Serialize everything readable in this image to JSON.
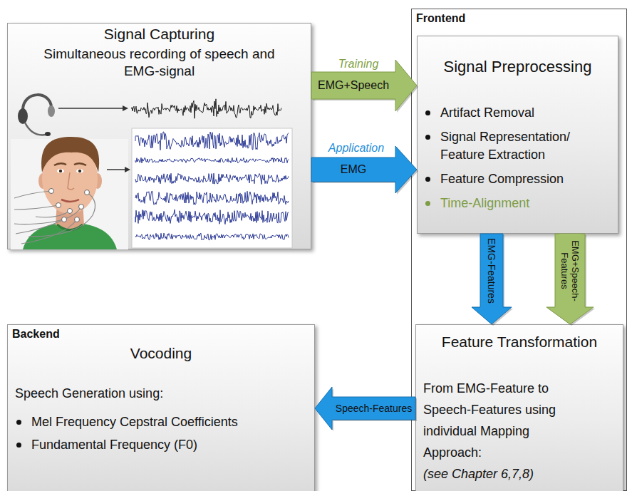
{
  "diagram": {
    "nodes": [
      {
        "text": [
          "Signal Capturing",
          "Simultaneous recording of speech and EMG-signal"
        ]
      },
      {
        "text": [
          "Frontend"
        ]
      },
      {
        "text": [
          "Signal Preprocessing",
          "Artifact Removal",
          "Signal Representation/ Feature Extraction",
          "Feature Compression",
          "Time-Alignment"
        ],
        "in": 1
      },
      {
        "text": [
          "Feature Transformation",
          "From EMG-Feature to Speech-Features using individual Mapping Approach:",
          "(see Chapter 6,7,8)"
        ],
        "in": 1
      },
      {
        "text": [
          "Backend",
          "Vocoding",
          "Speech Generation using:",
          "Mel Frequency Cepstral Coefficients",
          "Fundamental Frequency (F0)"
        ]
      }
    ],
    "edges": [
      {
        "from": 0,
        "to": 2,
        "arrow": "to",
        "label": "EMG+Speech"
      },
      {
        "from": 0,
        "to": 2,
        "arrow": "to",
        "label": "EMG"
      },
      {
        "from": 2,
        "to": 3,
        "arrow": "to",
        "label": "EMG-Features"
      },
      {
        "from": 2,
        "to": 3,
        "arrow": "to",
        "label": "EMG+Speech-Features"
      },
      {
        "from": 3,
        "to": 4,
        "arrow": "to",
        "label": "Speech-Features"
      }
    ],
    "labels": [
      "Training",
      "Application"
    ]
  }
}
